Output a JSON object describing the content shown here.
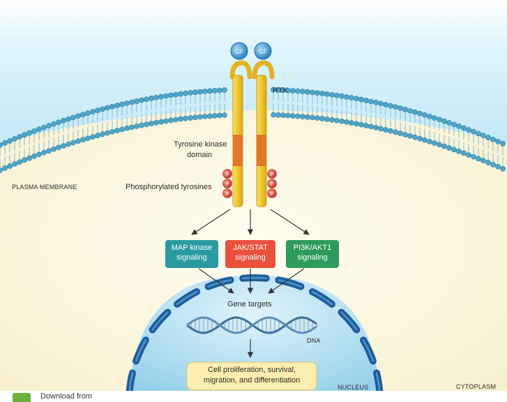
{
  "labels": {
    "gf_left": "GF",
    "gf_right": "GF",
    "rtk": "RTK",
    "tyrosine_kinase_line1": "Tyrosine kinase",
    "tyrosine_kinase_line2": "domain",
    "phosphorylated": "Phosphorylated tyrosines",
    "plasma_membrane": "PLASMA MEMBRANE",
    "p_symbol": "P",
    "gene_targets": "Gene targets",
    "dna": "DNA",
    "nucleus": "NUCLEUS",
    "cytoplasm": "CYTOPLASM"
  },
  "pathways": [
    {
      "line1": "MAP kinase",
      "line2": "signaling",
      "color": "#2a9aa2"
    },
    {
      "line1": "JAK/STAT",
      "line2": "signaling",
      "color": "#e8523b"
    },
    {
      "line1": "PI3K/AKT1",
      "line2": "signaling",
      "color": "#2e9a5c"
    }
  ],
  "outcome": {
    "line1": "Cell proliferation, survival,",
    "line2": "migration, and differentiation"
  },
  "footer": {
    "text": "Download from"
  },
  "colors": {
    "sky": "#c8ecf7",
    "cytoplasm": "#fbf6dc",
    "membrane": "#4fa6c8",
    "receptor": "#f2cf3a",
    "kinase": "#e2762a",
    "phospho": "#d9443a",
    "gf": "#3d9cd3",
    "nucleus": "#a4d8f0",
    "envelope": "#1c5c9a",
    "outcome_box": "#fbeeb0"
  }
}
